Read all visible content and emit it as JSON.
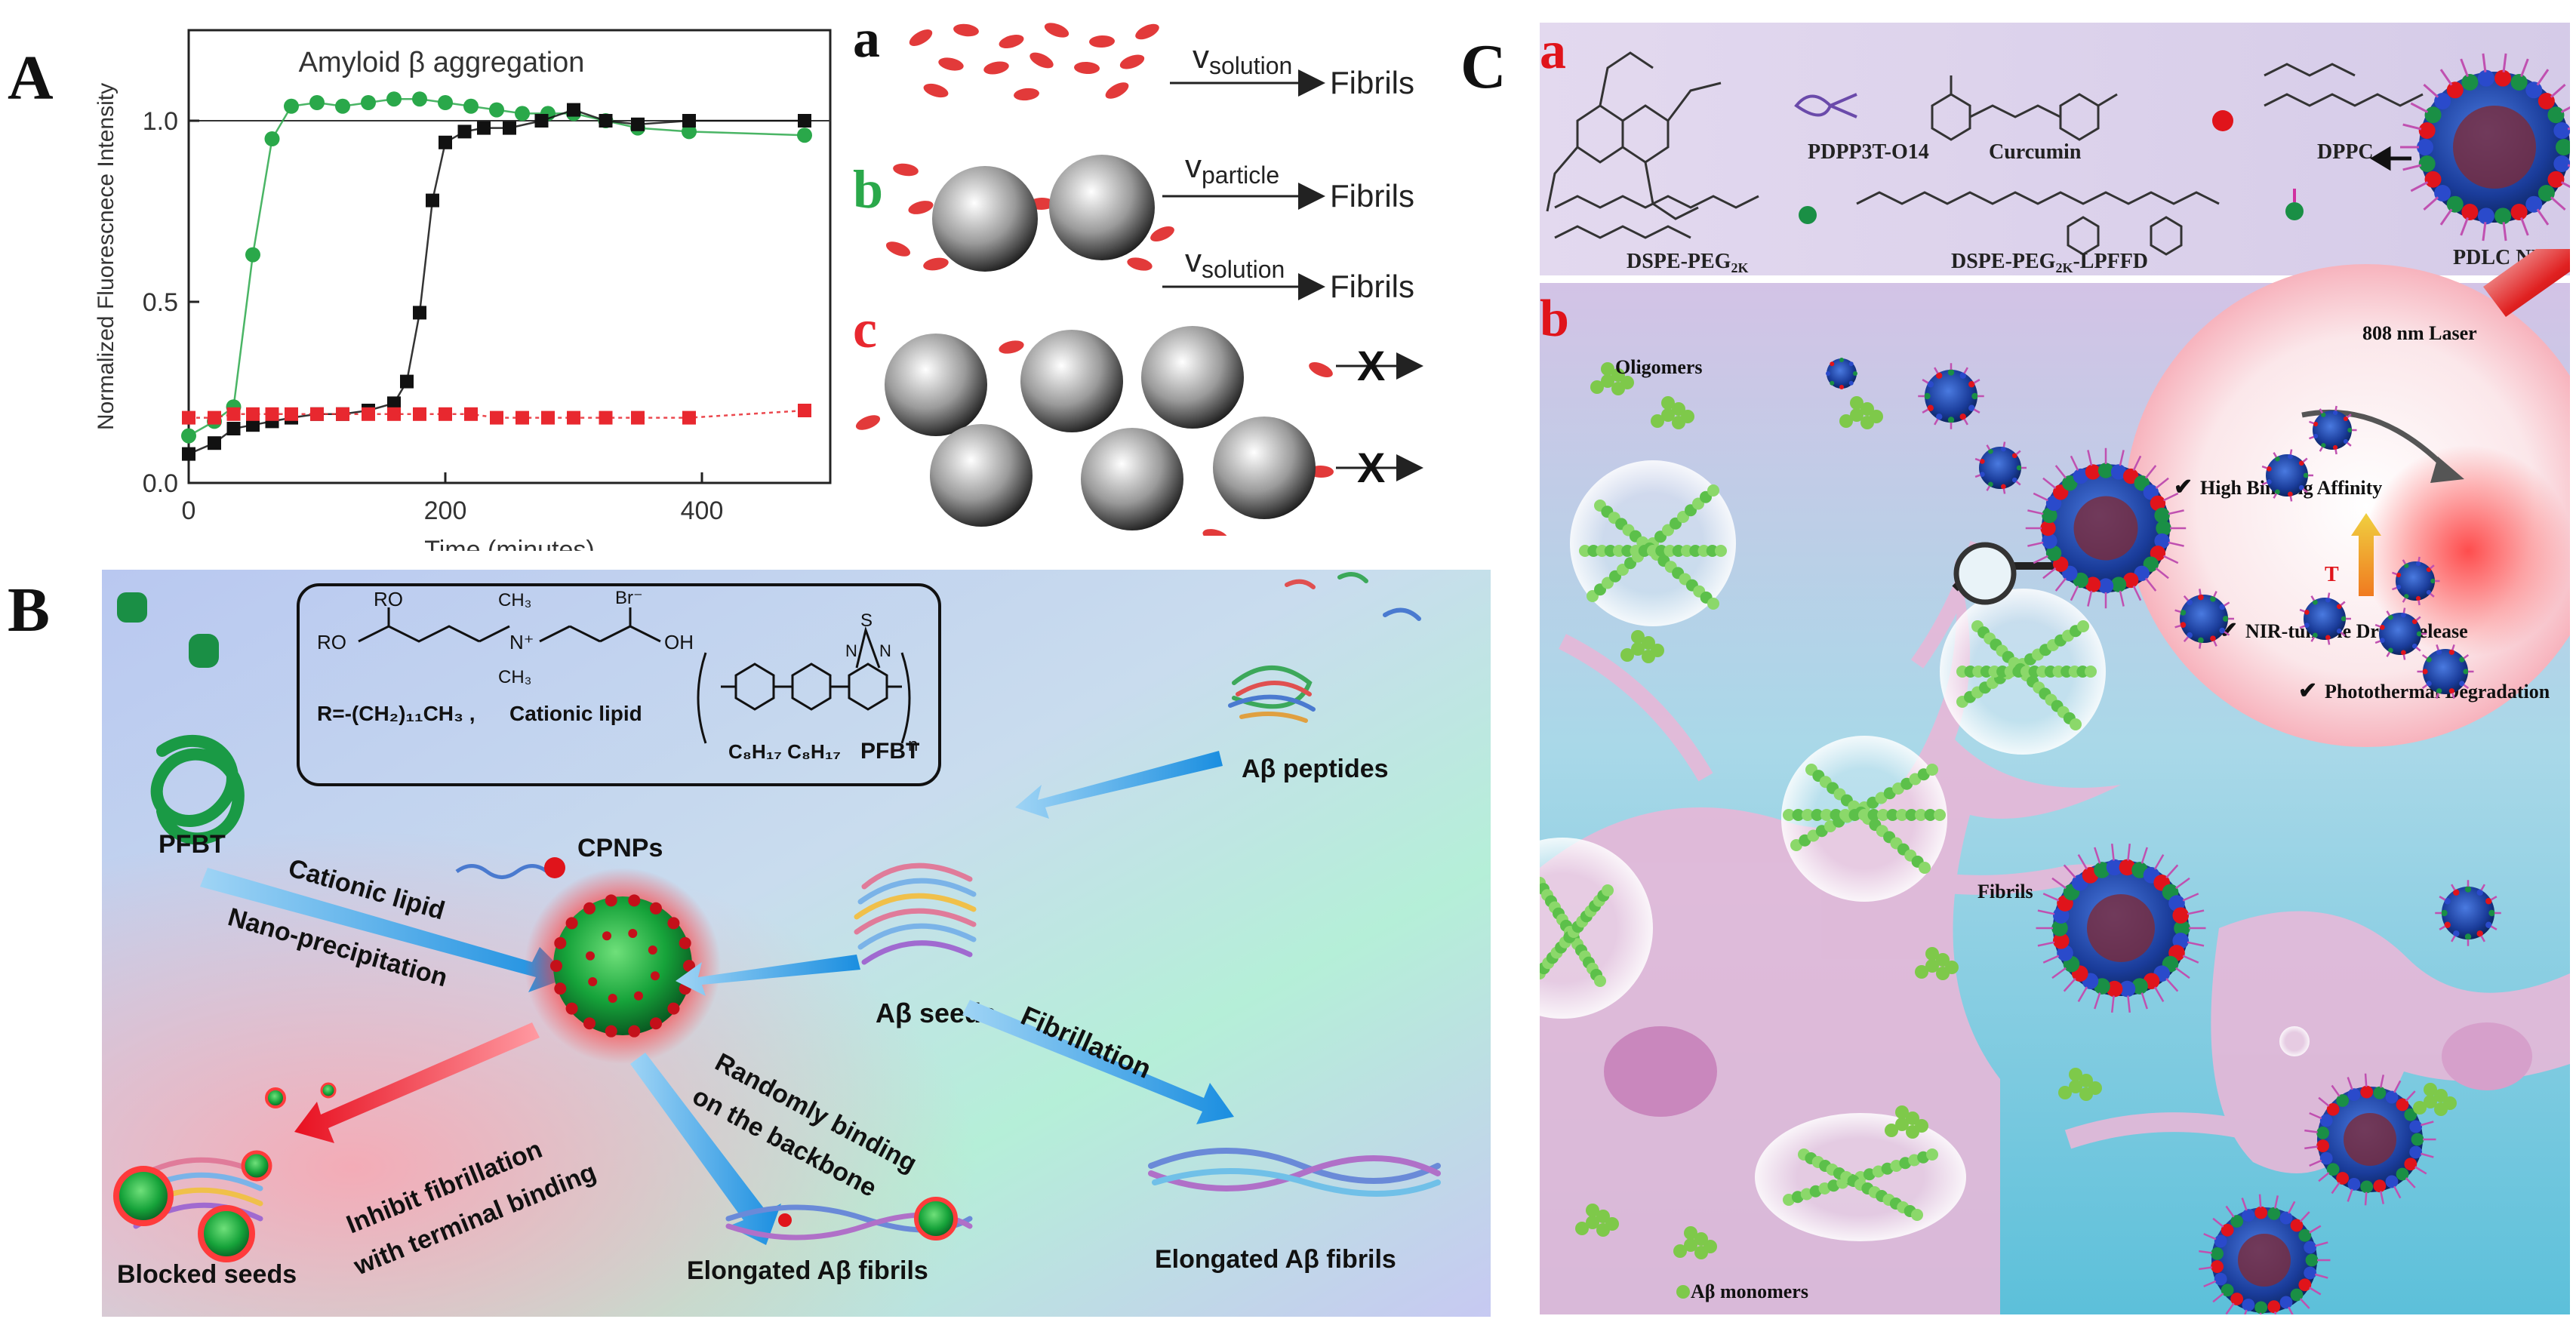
{
  "panels": {
    "A": {
      "letter": "A",
      "chart_data": {
        "type": "line",
        "title": "Amyloid β aggregation",
        "xlabel": "Time (minutes)",
        "ylabel": "Normalized Fluorescnece Intensity",
        "xlim": [
          0,
          500
        ],
        "ylim": [
          0.0,
          1.25
        ],
        "x_ticks": [
          0,
          200,
          400
        ],
        "y_ticks": [
          0.0,
          0.5,
          1.0
        ],
        "legend": "none",
        "series": [
          {
            "color": "#2aa84a",
            "marker": "circle",
            "x": [
              0,
              20,
              35,
              50,
              65,
              80,
              100,
              120,
              140,
              160,
              180,
              200,
              220,
              240,
              260,
              280,
              300,
              325,
              350,
              390,
              480
            ],
            "y": [
              0.13,
              0.17,
              0.21,
              0.63,
              0.95,
              1.04,
              1.05,
              1.04,
              1.05,
              1.06,
              1.06,
              1.05,
              1.04,
              1.03,
              1.02,
              1.02,
              1.02,
              1.0,
              0.98,
              0.97,
              0.96
            ]
          },
          {
            "color": "#111111",
            "marker": "square",
            "x": [
              0,
              20,
              35,
              50,
              65,
              80,
              100,
              120,
              140,
              160,
              170,
              180,
              190,
              200,
              215,
              230,
              250,
              275,
              300,
              325,
              350,
              390,
              480
            ],
            "y": [
              0.08,
              0.11,
              0.15,
              0.16,
              0.17,
              0.18,
              0.19,
              0.19,
              0.2,
              0.22,
              0.28,
              0.47,
              0.78,
              0.94,
              0.97,
              0.98,
              0.98,
              1.0,
              1.03,
              1.0,
              0.99,
              1.0,
              1.0
            ]
          },
          {
            "color": "#e8282f",
            "marker": "square",
            "x": [
              0,
              20,
              35,
              50,
              65,
              80,
              100,
              120,
              140,
              160,
              180,
              200,
              220,
              240,
              260,
              280,
              300,
              325,
              350,
              390,
              480
            ],
            "y": [
              0.18,
              0.18,
              0.19,
              0.19,
              0.19,
              0.19,
              0.19,
              0.19,
              0.19,
              0.19,
              0.19,
              0.19,
              0.19,
              0.18,
              0.18,
              0.18,
              0.18,
              0.18,
              0.18,
              0.18,
              0.2
            ]
          }
        ]
      },
      "schematic": {
        "row_a": {
          "letter": "a",
          "v": "v",
          "sub": "solution",
          "product": "Fibrils"
        },
        "row_b": {
          "letter": "b",
          "v": "v",
          "sub": "particle",
          "product": "Fibrils",
          "v2": "v",
          "sub2": "solution",
          "product2": "Fibrils"
        },
        "row_c": {
          "letter": "c",
          "blocked": "X"
        }
      }
    },
    "B": {
      "letter": "B",
      "chem_r": "R=-(CH₂)₁₁CH₃ ,",
      "chem_lipid": "Cationic lipid",
      "chem_ro1": "RO",
      "chem_ro2": "RO",
      "chem_br": "Br⁻",
      "chem_oh": "OH",
      "chem_n": "N⁺",
      "chem_ch3a": "CH₃",
      "chem_ch3b": "CH₃",
      "chem_pfbt": "PFBT",
      "chem_c8": "C₈H₁₇  C₈H₁₇",
      "chem_s": "S",
      "chem_n1": "N",
      "chem_n2": "N",
      "chem_sub_n": "n",
      "pfbt": "PFBT",
      "cationic_lipid": "Cationic lipid",
      "nano_precip": "Nano-precipitation",
      "cpnps": "CPNPs",
      "abeta_peptides": "Aβ peptides",
      "abeta_seeds": "Aβ seeds",
      "fibrillation": "Fibrillation",
      "randomly1": "Randomly binding",
      "randomly2": "on the backbone",
      "inhibit1": "Inhibit fibrillation",
      "inhibit2": "with terminal binding",
      "blocked_seeds": "Blocked seeds",
      "elongated1": "Elongated Aβ fibrils",
      "elongated2": "Elongated Aβ fibrils"
    },
    "C": {
      "letter": "C",
      "sub_a": "a",
      "sub_b": "b",
      "pdpp": "PDPP3T-O14",
      "curcumin": "Curcumin",
      "dppc": "DPPC",
      "dspe_peg": "DSPE-PEG",
      "dspe_peg_sub": "2K",
      "dspe_lpffd": "DSPE-PEG",
      "dspe_lpffd_sub": "2K",
      "dspe_lpffd_suffix": "-LPFFD",
      "pdlc": "PDLC NPs",
      "laser": "808 nm Laser",
      "oligomers": "Oligomers",
      "fibrils": "Fibrils",
      "monomers": "Aβ monomers",
      "binding": "High Binding Affinity",
      "release": "NIR-tunable Drug Release",
      "degradation": "Photothermal Degradation",
      "temp": "T",
      "check": "✔"
    }
  },
  "colors": {
    "green": "#2aa84a",
    "black": "#111111",
    "red": "#e8282f",
    "accent_red": "#e0141b"
  }
}
